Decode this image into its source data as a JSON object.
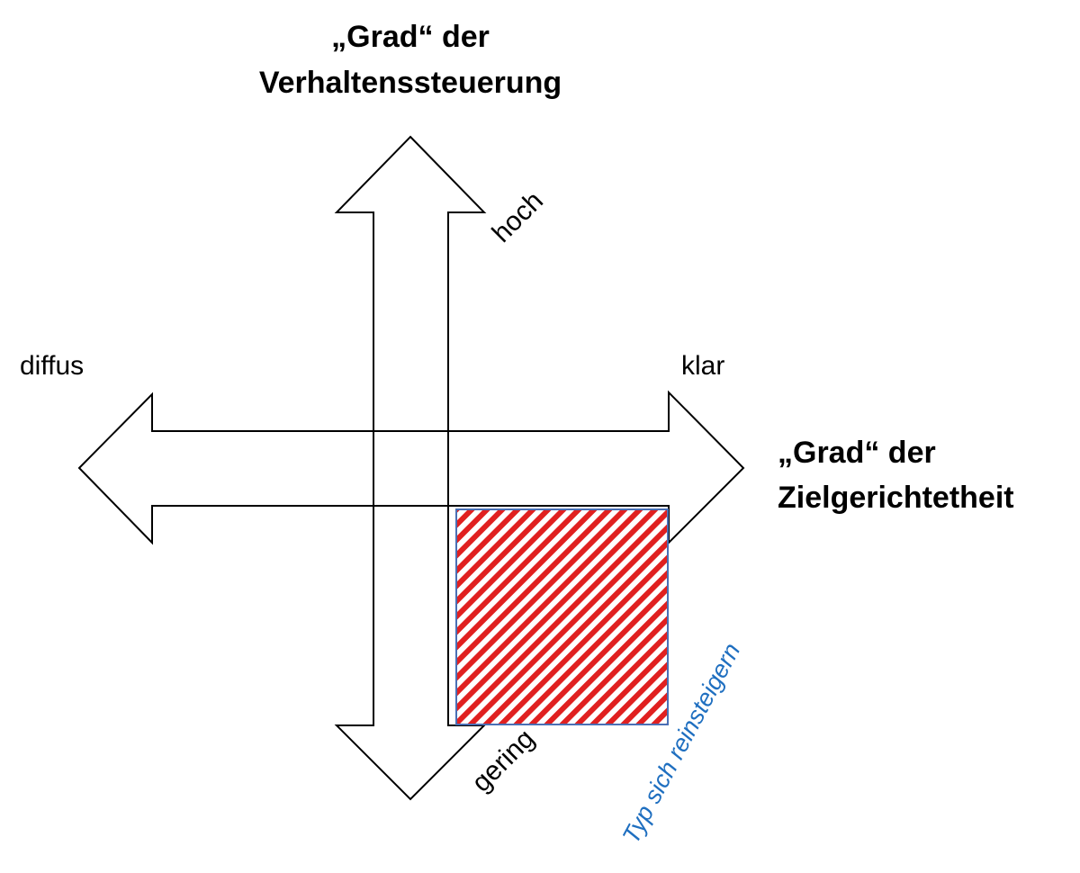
{
  "vertical_axis": {
    "title_line1": "„Grad“ der",
    "title_line2": "Verhaltenssteuerung",
    "high_label": "hoch",
    "low_label": "gering"
  },
  "horizontal_axis": {
    "title_line1": "„Grad“ der",
    "title_line2": "Zielgerichtetheit",
    "left_label": "diffus",
    "right_label": "klar"
  },
  "highlight_quadrant": {
    "label": "Typ sich reinsteigern",
    "fill_color": "#e02020",
    "border_color": "#4a6fb5",
    "label_color": "#1f6fc0"
  }
}
